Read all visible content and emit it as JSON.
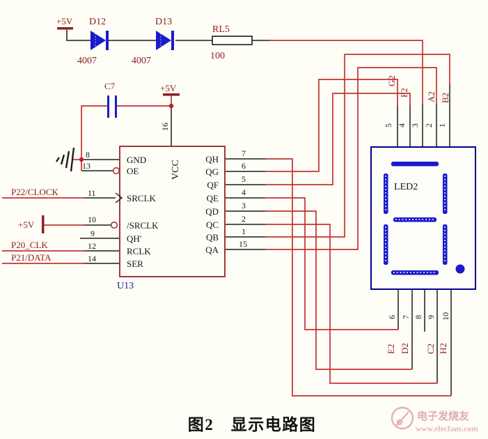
{
  "power": {
    "plus5v": "+5V"
  },
  "components": {
    "d12": {
      "ref": "D12",
      "value": "4007"
    },
    "d13": {
      "ref": "D13",
      "value": "4007"
    },
    "rl5": {
      "ref": "RL5",
      "value": "100"
    },
    "c7": {
      "ref": "C7"
    },
    "u13": {
      "ref": "U13",
      "vcc_pin": {
        "num": "16",
        "name": "VCC"
      },
      "left_pins": [
        {
          "num": "8",
          "name": "GND"
        },
        {
          "num": "13",
          "name": "OE"
        },
        {
          "num": "11",
          "name": "SRCLK"
        },
        {
          "num": "10",
          "name": "/SRCLK"
        },
        {
          "num": "9",
          "name": "QH'"
        },
        {
          "num": "12",
          "name": "RCLK"
        },
        {
          "num": "14",
          "name": "SER"
        }
      ],
      "right_pins": [
        {
          "num": "7",
          "name": "QH"
        },
        {
          "num": "6",
          "name": "QG"
        },
        {
          "num": "5",
          "name": "QF"
        },
        {
          "num": "4",
          "name": "QE"
        },
        {
          "num": "3",
          "name": "QD"
        },
        {
          "num": "2",
          "name": "QC"
        },
        {
          "num": "1",
          "name": "QB"
        },
        {
          "num": "15",
          "name": "QA"
        }
      ]
    },
    "led2": {
      "ref": "LED2",
      "top_pins": [
        {
          "num": "5",
          "net": "G2"
        },
        {
          "num": "4",
          "net": "F2"
        },
        {
          "num": "3",
          "net": ""
        },
        {
          "num": "2",
          "net": "A2"
        },
        {
          "num": "1",
          "net": "B2"
        }
      ],
      "bottom_pins": [
        {
          "num": "6",
          "net": "E2"
        },
        {
          "num": "7",
          "net": "D2"
        },
        {
          "num": "8",
          "net": ""
        },
        {
          "num": "9",
          "net": "C2"
        },
        {
          "num": "10",
          "net": "H2"
        }
      ]
    }
  },
  "nets": {
    "p22": "P22/CLOCK",
    "p20": "P20_CLK",
    "p21": "P21/DATA"
  },
  "caption": "图2　显示电路图",
  "watermark": {
    "brand": "电子发烧友",
    "url": "www.elecfans.com"
  },
  "colors": {
    "wire_red": "#c53230",
    "wire_black": "#1c1c1c",
    "label_maroon": "#8c2020",
    "ic_border": "#9c3a36",
    "component_blue": "#1a1acd",
    "display_border": "#00008f",
    "refdes_blue": "#1c1c8f",
    "watermark_pink": "#dfa8ad",
    "background": "#fefdf6"
  }
}
